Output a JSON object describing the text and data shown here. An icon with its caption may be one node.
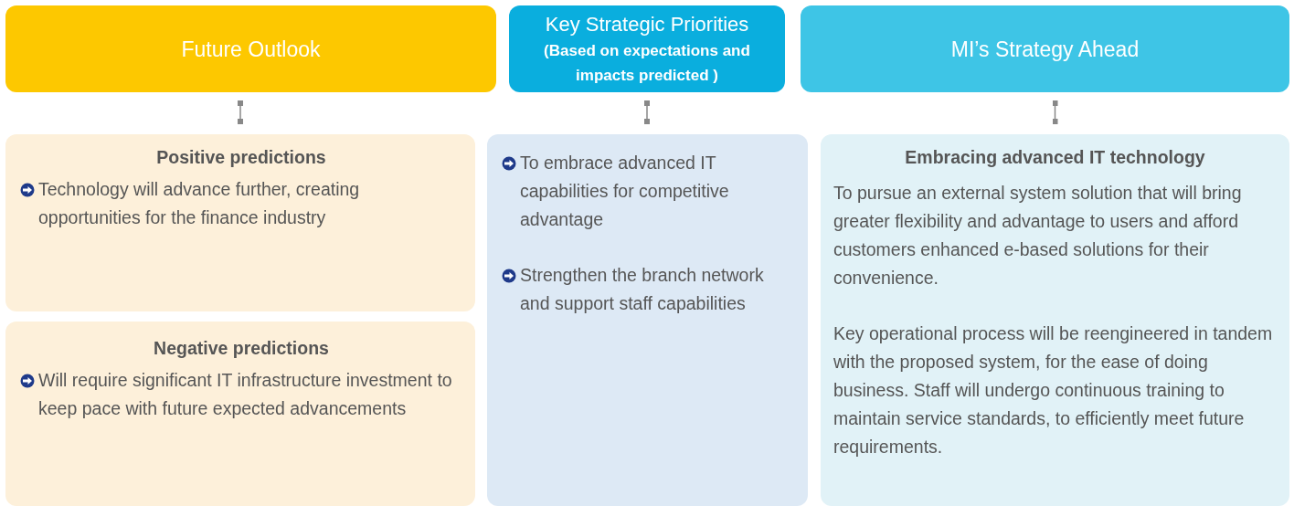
{
  "diagram": {
    "nodes": [
      {
        "text": [
          "Future Outlook"
        ]
      },
      {
        "text": [
          "Key Strategic Priorities",
          "(Based on expectations and impacts predicted )"
        ]
      },
      {
        "text": [
          "MI’s Strategy Ahead"
        ]
      },
      {
        "text": [
          "Positive predictions",
          "Technology will advance further, creating opportunities for the finance industry"
        ]
      },
      {
        "text": [
          "Negative predictions",
          "Will require significant IT infrastructure investment to keep pace with future expected advancements"
        ]
      },
      {
        "text": [
          "To embrace advanced IT capabilities for competitive advantage",
          "Strengthen the branch network and support staff capabilities"
        ]
      },
      {
        "text": [
          "Embracing advanced IT technology",
          "To pursue an external system solution that will bring greater flexibility and advantage to users and afford customers enhanced e-based solutions for their convenience.",
          "Key operational process will be reengineered in tandem with the proposed system, for the ease of doing business. Staff will undergo continuous training to maintain service standards, to efficiently meet future requirements."
        ]
      }
    ],
    "edges": [
      {
        "from": 0,
        "to": 3,
        "arrow": "other"
      },
      {
        "from": 1,
        "to": 5,
        "arrow": "other"
      },
      {
        "from": 2,
        "to": 6,
        "arrow": "other"
      }
    ]
  }
}
